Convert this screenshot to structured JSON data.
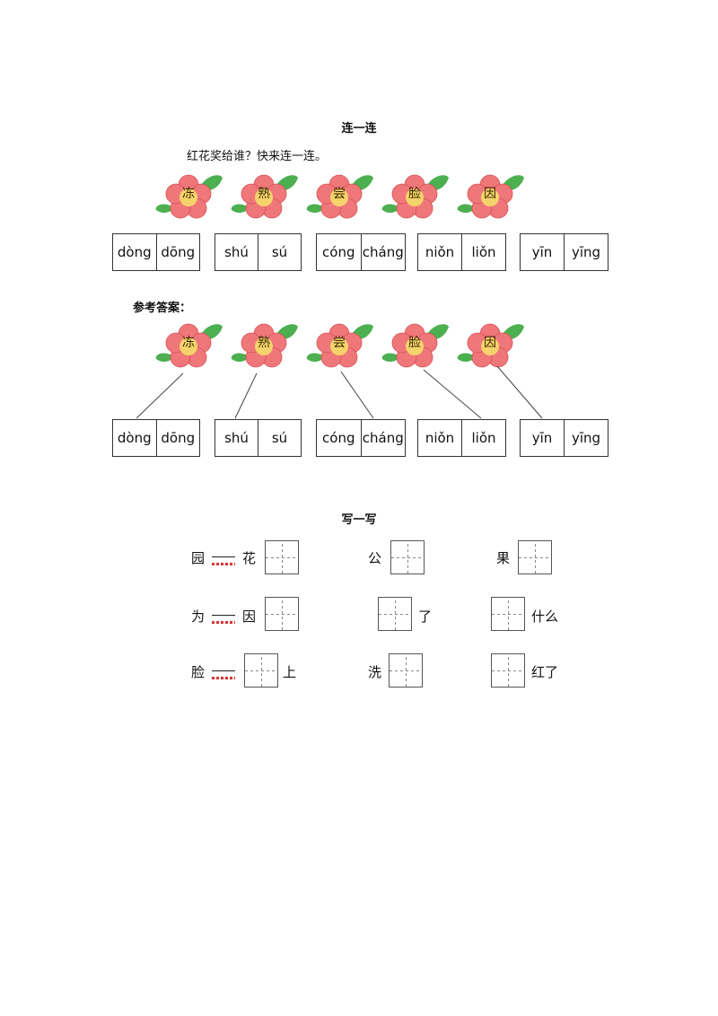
{
  "section1": {
    "title": "连一连",
    "instruction": "红花奖给谁？快来连一连。",
    "flowers": [
      "冻",
      "熟",
      "尝",
      "脸",
      "因"
    ],
    "pinyin_pairs": [
      [
        "dòng",
        "dōng"
      ],
      [
        "shú",
        "sú"
      ],
      [
        "cóng",
        "cháng"
      ],
      [
        "niǒn",
        "liǒn"
      ],
      [
        "yīn",
        "yīng"
      ]
    ]
  },
  "answer": {
    "label": "参考答案：",
    "flowers": [
      "冻",
      "熟",
      "尝",
      "脸",
      "因"
    ],
    "pinyin_pairs": [
      [
        "dòng",
        "dōng"
      ],
      [
        "shú",
        "sú"
      ],
      [
        "cóng",
        "cháng"
      ],
      [
        "niǒn",
        "liǒn"
      ],
      [
        "yīn",
        "yīng"
      ]
    ]
  },
  "section2": {
    "title": "写一写",
    "items": {
      "r1c1_a": "园",
      "r1c1_b": "花",
      "r1c2_a": "公",
      "r1c3_a": "果",
      "r2c1_a": "为",
      "r2c1_b": "因",
      "r2c2_b": "了",
      "r2c3_b": "什么",
      "r3c1_a": "脸",
      "r3c1_b": "上",
      "r3c2_a": "洗",
      "r3c3_b": "红了"
    }
  },
  "colors": {
    "petal": "#ef7779",
    "petal_dark": "#d94f55",
    "leaf": "#4caf50",
    "center": "#f5d36b"
  }
}
